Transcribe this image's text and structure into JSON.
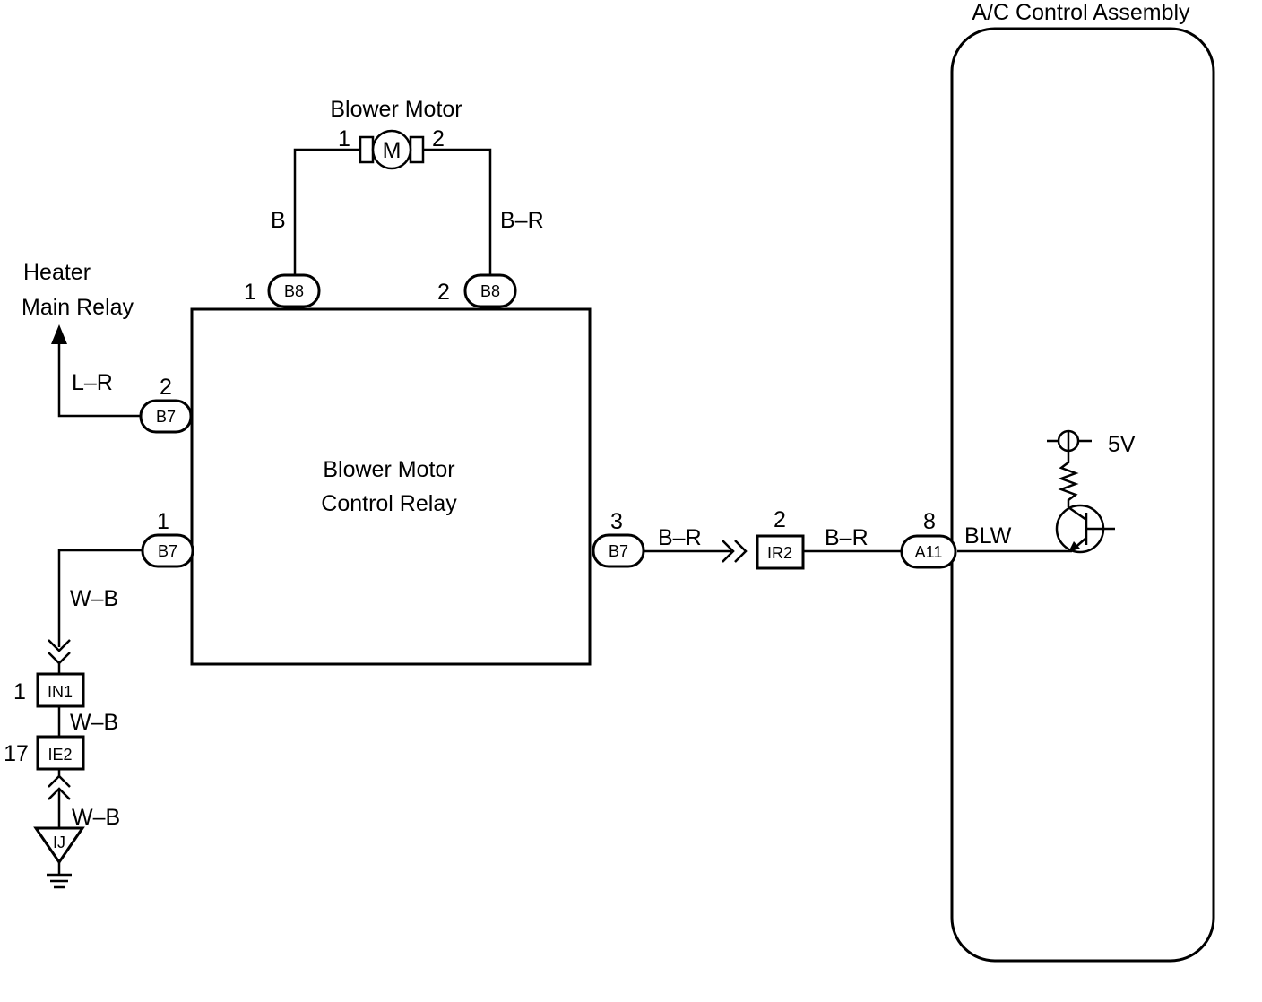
{
  "components": {
    "ac_control_assembly": "A/C Control Assembly",
    "blower_motor": "Blower Motor",
    "motor_symbol": "M",
    "blower_motor_control_relay": [
      "Blower Motor",
      "Control Relay"
    ],
    "heater_main_relay": [
      "Heater",
      "Main Relay"
    ],
    "voltage_source": "5V"
  },
  "motor_pins": {
    "left": "1",
    "right": "2"
  },
  "connectors": {
    "b8_pin1": {
      "pin": "1",
      "id": "B8"
    },
    "b8_pin2": {
      "pin": "2",
      "id": "B8"
    },
    "b7_pin2": {
      "pin": "2",
      "id": "B7"
    },
    "b7_pin1": {
      "pin": "1",
      "id": "B7"
    },
    "b7_pin3": {
      "pin": "3",
      "id": "B7"
    },
    "ir2": {
      "pin": "2",
      "id": "IR2"
    },
    "a11": {
      "pin": "8",
      "id": "A11"
    },
    "in1": {
      "pin": "1",
      "id": "IN1"
    },
    "ie2": {
      "pin": "17",
      "id": "IE2"
    },
    "ground": {
      "id": "IJ"
    }
  },
  "wires": {
    "motor_left": "B",
    "motor_right": "B–R",
    "to_heater_relay": "L–R",
    "ground_wire_1": "W–B",
    "ground_wire_2": "W–B",
    "ground_wire_3": "W–B",
    "relay_to_ir2": "B–R",
    "ir2_to_a11": "B–R",
    "blw_signal": "BLW"
  }
}
